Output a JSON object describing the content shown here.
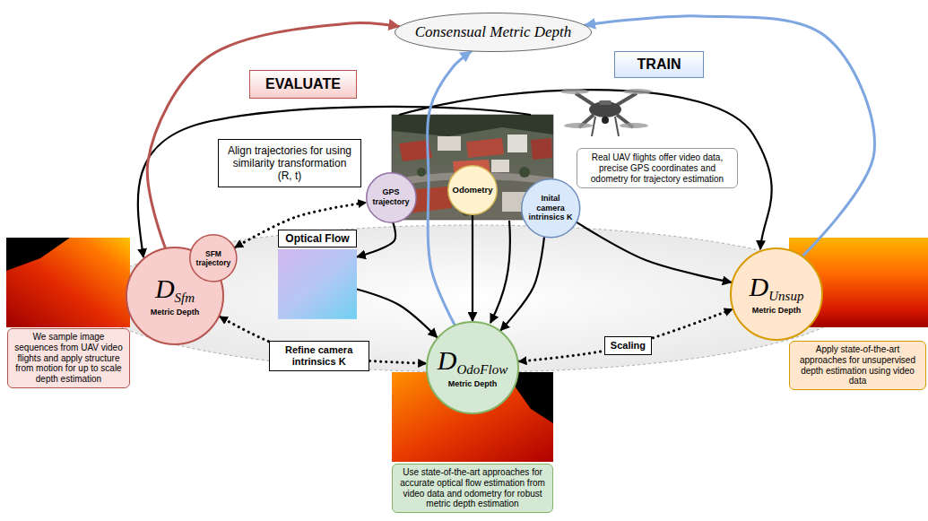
{
  "diagram": {
    "nodes": [
      {
        "text": [
          "Consensual Metric Depth"
        ]
      },
      {
        "text": [
          "EVALUATE"
        ]
      },
      {
        "text": [
          "TRAIN"
        ]
      },
      {
        "text": [
          "Align trajectories for using similarity transformation (R, t)"
        ]
      },
      {
        "text": [
          "Real UAV flights offer video data, precise GPS coordinates and odometry for trajectory estimation"
        ]
      },
      {
        "text": [
          "Odometry"
        ]
      },
      {
        "text": [
          "GPS trajectory"
        ]
      },
      {
        "text": [
          "Inital camera intrinsics K"
        ]
      },
      {
        "text": [
          "Optical Flow"
        ]
      },
      {
        "text": [
          "D",
          "Sfm",
          "Metric Depth"
        ]
      },
      {
        "text": [
          "SFM trajectory"
        ]
      },
      {
        "text": [
          "D",
          "Unsup",
          "Metric Depth"
        ]
      },
      {
        "text": [
          "D",
          "OdoFlow",
          "Metric Depth"
        ]
      },
      {
        "text": [
          "We sample image sequences from UAV video flights and apply structure from motion for up to scale depth estimation"
        ]
      },
      {
        "text": [
          "Apply state-of-the-art approaches for unsupervised depth estimation using video data"
        ]
      },
      {
        "text": [
          "Use state-of-the-art approaches for accurate optical flow estimation from video data and odometry for robust metric depth estimation"
        ]
      }
    ],
    "edges": [
      {
        "from": 9,
        "to": 0,
        "arrow": "to"
      },
      {
        "from": 12,
        "to": 0,
        "arrow": "to"
      },
      {
        "from": 11,
        "to": 0,
        "arrow": "to"
      },
      {
        "from": 10,
        "to": 6,
        "arrow": "both"
      },
      {
        "from": 6,
        "to": 8,
        "arrow": "to"
      },
      {
        "from": 8,
        "to": 12,
        "arrow": "to"
      },
      {
        "from": 5,
        "to": 12,
        "arrow": "to"
      },
      {
        "from": 7,
        "to": 12,
        "arrow": "to"
      },
      {
        "from": 7,
        "to": 11,
        "arrow": "to"
      },
      {
        "from": 9,
        "to": 12,
        "label": "Refine camera intrinsics K",
        "arrow": "both"
      },
      {
        "from": 12,
        "to": 11,
        "label": "Scaling",
        "arrow": "both"
      }
    ]
  }
}
